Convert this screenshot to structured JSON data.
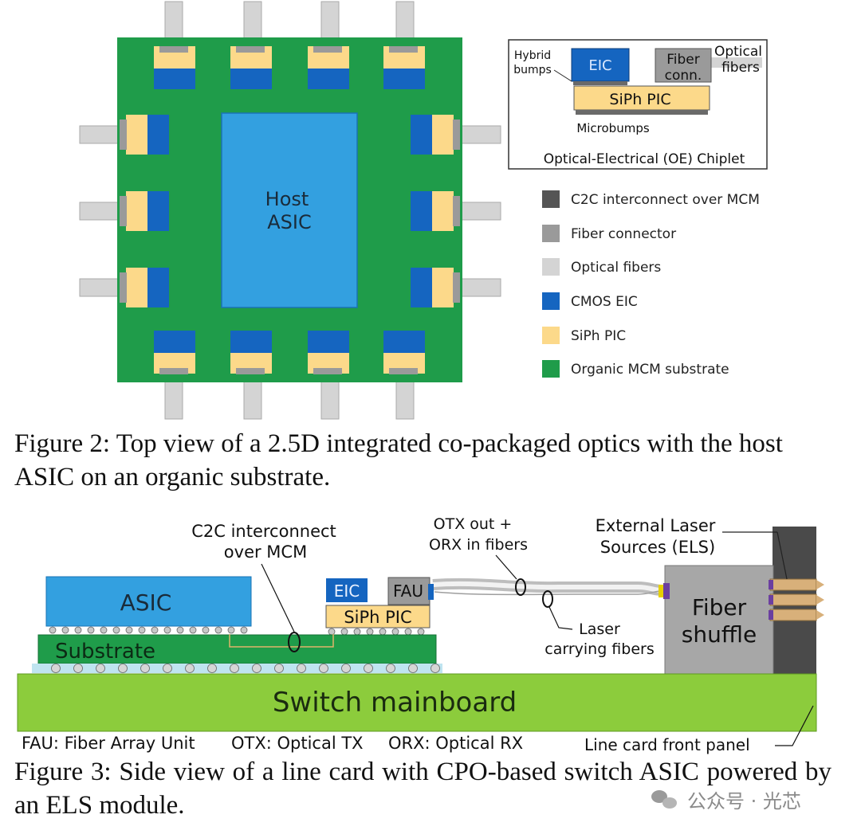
{
  "figure2": {
    "host_label_line1": "Host",
    "host_label_line2": "ASIC",
    "caption": "Figure 2: Top view of a 2.5D integrated co-packaged optics with the host ASIC on an organic substrate.",
    "inset": {
      "eic": "EIC",
      "fiber_conn_line1": "Fiber",
      "fiber_conn_line2": "conn.",
      "optical_fibers_line1": "Optical",
      "optical_fibers_line2": "fibers",
      "hybrid_bumps_line1": "Hybrid",
      "hybrid_bumps_line2": "bumps",
      "siph_pic": "SiPh PIC",
      "microbumps": "Microbumps",
      "title": "Optical-Electrical (OE) Chiplet"
    },
    "legend": [
      {
        "label": "C2C interconnect over MCM",
        "color": "#555555"
      },
      {
        "label": "Fiber connector",
        "color": "#9a9a9a"
      },
      {
        "label": "Optical fibers",
        "color": "#d4d4d4"
      },
      {
        "label": "CMOS EIC",
        "color": "#1565c0"
      },
      {
        "label": "SiPh PIC",
        "color": "#fcd98a"
      },
      {
        "label": "Organic MCM substrate",
        "color": "#1f9c4a"
      }
    ]
  },
  "figure3": {
    "c2c_line1": "C2C interconnect",
    "c2c_line2": "over MCM",
    "otx_line1": "OTX out +",
    "otx_line2": "ORX in fibers",
    "els_line1": "External Laser",
    "els_line2": "Sources (ELS)",
    "asic": "ASIC",
    "eic": "EIC",
    "fau": "FAU",
    "siph_pic": "SiPh PIC",
    "substrate": "Substrate",
    "laser_line1": "Laser",
    "laser_line2": "carrying fibers",
    "fiber_shuffle_line1": "Fiber",
    "fiber_shuffle_line2": "shuffle",
    "mainboard": "Switch mainboard",
    "abbr_fau": "FAU: Fiber Array Unit",
    "abbr_otx": "OTX: Optical TX",
    "abbr_orx": "ORX: Optical RX",
    "front_panel": "Line card front panel",
    "caption": "Figure 3: Side view of a line card with CPO-based switch ASIC powered by an ELS module."
  },
  "watermark": "公众号 · 光芯",
  "colors": {
    "substrate_green": "#1f9c4a",
    "eic_blue": "#1565c0",
    "pic_yellow": "#fcd98a",
    "host_blue": "#33a0e0",
    "fiber_gray": "#d4d4d4",
    "mainboard_green": "#8ccc3c"
  }
}
